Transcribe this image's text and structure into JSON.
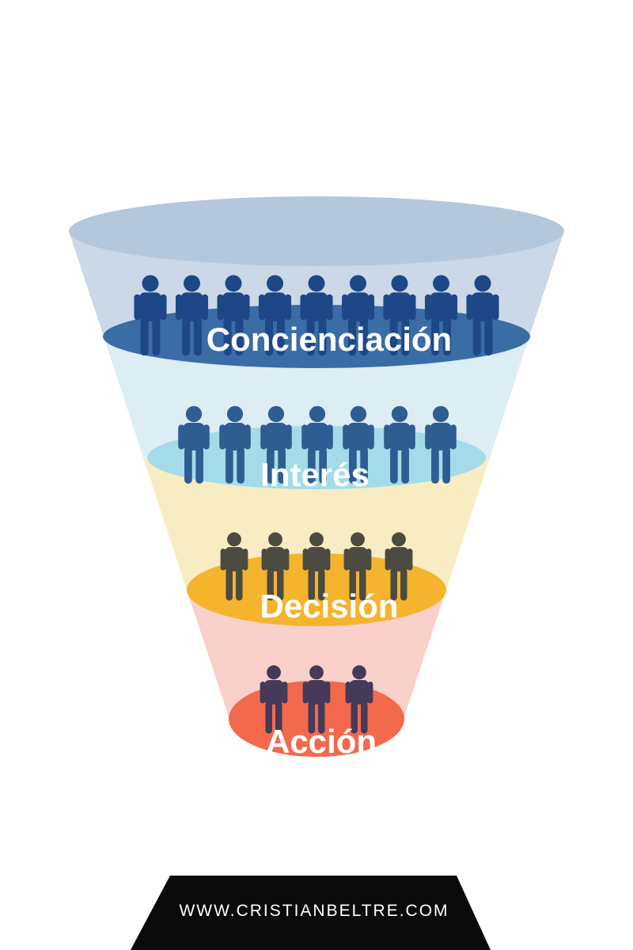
{
  "funnel": {
    "top_opening_color": "#b4c7db",
    "label_text_color": "#ffffff",
    "stages": [
      {
        "label": "Concienciación",
        "people_count": 9,
        "ellipse_color": "#3a6ca6",
        "band_color": "#cbd8e7",
        "person_color": "#1d4787"
      },
      {
        "label": "Interés",
        "people_count": 7,
        "ellipse_color": "#a4dbe8",
        "band_color": "#ddedf4",
        "person_color": "#2e5d92"
      },
      {
        "label": "Decisión",
        "people_count": 5,
        "ellipse_color": "#f5b42d",
        "band_color": "#f8ecc3",
        "person_color": "#4c4b41"
      },
      {
        "label": "Acción",
        "people_count": 3,
        "ellipse_color": "#f26a4b",
        "band_color": "#f9d0ca",
        "person_color": "#453a59"
      }
    ]
  },
  "footer": {
    "website": "WWW.CRISTIANBELTRE.COM",
    "banner_color": "#0b0b0b",
    "text_color": "#ffffff"
  },
  "background_color": "#ffffff"
}
